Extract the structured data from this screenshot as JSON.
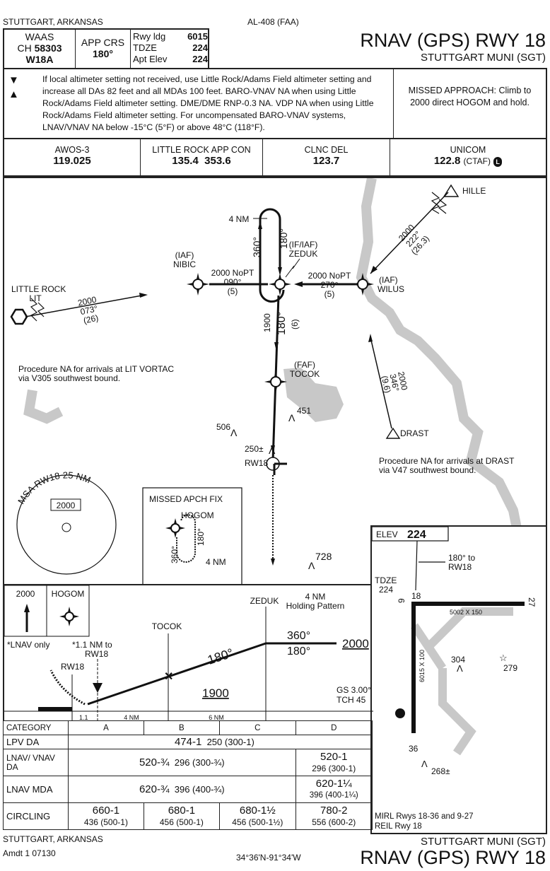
{
  "header": {
    "location": "STUTTGART, ARKANSAS",
    "chart_id": "AL-408 (FAA)",
    "title": "RNAV (GPS) RWY 18",
    "airport": "STUTTGART MUNI (SGT)"
  },
  "briefing": {
    "waas_label": "WAAS",
    "waas_ch_label": "CH",
    "waas_ch": "58303",
    "waas_id": "W18A",
    "app_crs_label": "APP CRS",
    "app_crs": "180°",
    "rwy_ldg_label": "Rwy ldg",
    "rwy_ldg": "6015",
    "tdze_label": "TDZE",
    "tdze": "224",
    "apt_elev_label": "Apt Elev",
    "apt_elev": "224"
  },
  "notes": {
    "text": "If local altimeter setting not received, use Little Rock/Adams Field altimeter setting and increase all DAs 82 feet and all MDAs 100 feet.  BARO-VNAV NA when using Little Rock/Adams Field altimeter setting.  DME/DME RNP-0.3 NA.  VDP NA when using Little Rock/Adams Field altimeter setting.  For uncompensated BARO-VNAV systems, LNAV/VNAV NA below -15°C (5°F) or above 48°C (118°F).",
    "missed_approach": "MISSED APPROACH: Climb to 2000 direct HOGOM and hold."
  },
  "comms": [
    {
      "name": "AWOS-3",
      "freq": "119.025"
    },
    {
      "name": "LITTLE ROCK APP CON",
      "freq": "135.4  353.6"
    },
    {
      "name": "CLNC DEL",
      "freq": "123.7"
    },
    {
      "name": "UNICOM",
      "freq": "122.8",
      "suffix": "(CTAF)"
    }
  ],
  "plan": {
    "hille": "HILLE",
    "hille_route": [
      "2000",
      "222°",
      "(26.3)"
    ],
    "lit_name": [
      "LITTLE ROCK",
      "LIT"
    ],
    "lit_route": [
      "2000",
      "073°",
      "(26)"
    ],
    "lit_note": [
      "Procedure NA for arrivals at LIT VORTAC",
      "via V305 southwest bound."
    ],
    "nibic": [
      "(IAF)",
      "NIBIC"
    ],
    "nibic_route": [
      "2000 NoPT",
      "090°",
      "(5)"
    ],
    "zeduk": [
      "(IF/IAF)",
      "ZEDUK"
    ],
    "wilus": [
      "(IAF)",
      "WILUS"
    ],
    "wilus_route": [
      "2000 NoPT",
      "270°",
      "(5)"
    ],
    "hold_leg": "4 NM",
    "hold_out": "360°",
    "hold_in": "180°",
    "final_alt": "1900",
    "final_crs": "180°",
    "final_dist": "(6)",
    "tocok": [
      "(FAF)",
      "TOCOK"
    ],
    "drast": "DRAST",
    "drast_route": [
      "2000",
      "346°",
      "(9.6)"
    ],
    "drast_note": [
      "Procedure NA for arrivals at DRAST",
      "via V47 southwest bound."
    ],
    "obstacles": [
      "451",
      "506",
      "250±",
      "728"
    ],
    "rw18": "RW18",
    "msa_title": "MSA RW18 25 NM",
    "msa_alt": "2000",
    "mapch_title": "MISSED APCH FIX",
    "mapch_fix": "HOGOM",
    "mapch_out": "360°",
    "mapch_in": "180°",
    "mapch_leg": "4 NM"
  },
  "airport_diagram": {
    "elev_label": "ELEV",
    "elev": "224",
    "crs_note": [
      "180° to",
      "RW18"
    ],
    "tdze_label": "TDZE",
    "tdze": "224",
    "rwy_18": "18",
    "rwy_36": "36",
    "rwy_9": "9",
    "rwy_27": "27",
    "rwy_9_27_dims": "5002 X 150",
    "rwy_18_36_dims": "6015 X 100",
    "obstacles": [
      "304",
      "279",
      "268±"
    ],
    "lighting": [
      "MIRL Rwys 18-36 and 9-27",
      "REIL Rwy 18"
    ]
  },
  "profile": {
    "ma_alt": "2000",
    "ma_fix": "HOGOM",
    "lnav_only": "*LNAV only",
    "vdp_note": [
      "*1.1 NM to",
      "RW18"
    ],
    "rw18": "RW18",
    "tocok": "TOCOK",
    "zeduk": "ZEDUK",
    "holding": [
      "4 NM",
      "Holding Pattern"
    ],
    "hold_out": "360°",
    "hold_in": "180°",
    "hold_alt": "2000",
    "final_crs": "180°",
    "faf_alt": "1900",
    "gs": "GS 3.00°",
    "tch": "TCH 45",
    "dist_1": "1.1",
    "dist_2": "4 NM",
    "dist_3": "6 NM"
  },
  "minimums": {
    "headers": [
      "CATEGORY",
      "A",
      "B",
      "C",
      "D"
    ],
    "lpv_label": "LPV  DA",
    "lpv_main": "474-1",
    "lpv_sub": "250 (300-1)",
    "lnav_vnav_label": "LNAV/ VNAV",
    "lnav_vnav_suffix": "DA",
    "lnav_vnav_abc_main": "520-¾",
    "lnav_vnav_abc_sub": "296 (300-¾)",
    "lnav_vnav_d_main": "520-1",
    "lnav_vnav_d_sub": "296 (300-1)",
    "lnav_label": "LNAV  MDA",
    "lnav_abc_main": "620-¾",
    "lnav_abc_sub": "396 (400-¾)",
    "lnav_d_main": "620-1¼",
    "lnav_d_sub": "396 (400-1¼)",
    "circling_label": "CIRCLING",
    "circling": [
      {
        "main": "660-1",
        "sub": "436 (500-1)"
      },
      {
        "main": "680-1",
        "sub": "456 (500-1)"
      },
      {
        "main": "680-1½",
        "sub": "456 (500-1½)"
      },
      {
        "main": "780-2",
        "sub": "556 (600-2)"
      }
    ]
  },
  "footer": {
    "location": "STUTTGART, ARKANSAS",
    "amendment": "Amdt 1  07130",
    "coords": "34°36'N-91°34'W",
    "airport": "STUTTGART MUNI (SGT)",
    "title": "RNAV (GPS) RWY 18"
  }
}
